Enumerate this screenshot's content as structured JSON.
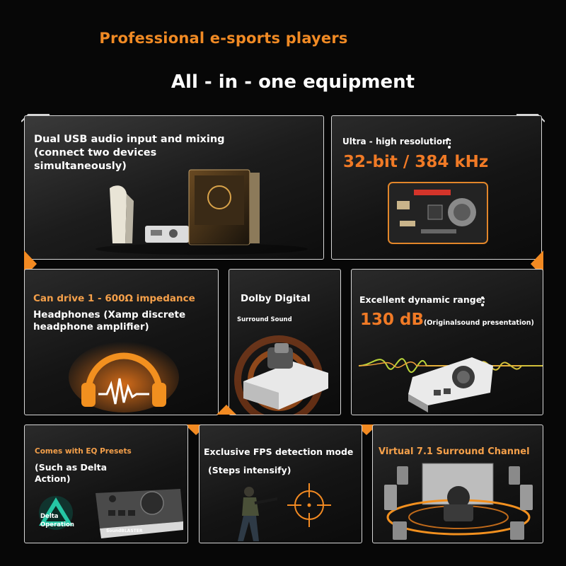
{
  "header": {
    "tagline": "Professional e-sports players",
    "title": "All - in - one equipment"
  },
  "panels": {
    "usb": {
      "text": "Dual USB audio input and mixing (connect two devices simultaneously)"
    },
    "resolution": {
      "label": "Ultra - high resolution:",
      "value": "32-bit / 384 kHz"
    },
    "impedance": {
      "heading": "Can drive 1 - 600Ω impedance",
      "text": "Headphones (Xamp discrete headphone amplifier)"
    },
    "dolby": {
      "heading": "Dolby Digital",
      "sub": "Surround Sound"
    },
    "dynamic": {
      "label": "Excellent dynamic range:",
      "value": "130 dB",
      "note": "(Originalsound presentation)"
    },
    "eq": {
      "heading": "Comes with EQ Presets",
      "text": "(Such as Delta Action)",
      "badge": "Delta Operation",
      "device_brand": "SoundBLASTER"
    },
    "fps": {
      "heading": "Exclusive FPS detection mode",
      "sub": "(Steps intensify)"
    },
    "surround": {
      "heading": "Virtual 7.1 Surround Channel"
    }
  },
  "colors": {
    "accent": "#f08a24",
    "background": "#070707",
    "border": "#d6d6d6"
  }
}
